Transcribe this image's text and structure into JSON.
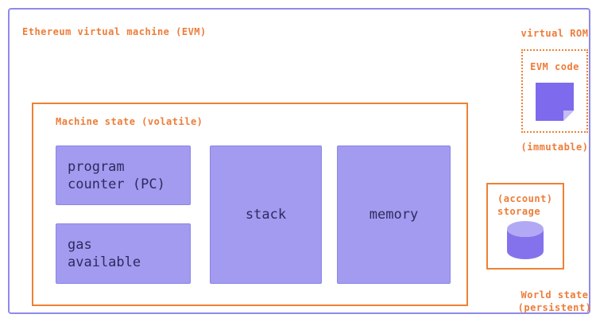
{
  "diagram": {
    "title": "Ethereum virtual machine (EVM)",
    "machine_state": {
      "label": "Machine state (volatile)",
      "program_counter": "program\ncounter (PC)",
      "gas_available": "gas\navailable",
      "stack": "stack",
      "memory": "memory"
    },
    "virtual_rom": {
      "label": "virtual ROM",
      "evm_code": "EVM code",
      "immutable": "(immutable)"
    },
    "world_state": {
      "account_storage": "(account)\nstorage",
      "label": "World state\n(persistent)"
    },
    "icons": {
      "evm_code_icon": "page-with-folded-corner",
      "account_storage_icon": "database-cylinder"
    },
    "colors": {
      "orange": "#ee7c38",
      "orange_border": "#ef8033",
      "evm_frame_purple": "#8f8ae8",
      "component_fill_purple": "#a29bf0",
      "component_border_purple": "#8d85e8",
      "component_text_indigo": "#2d2b5e",
      "icon_purple": "#7d6aed",
      "icon_fold_light_purple": "#c3bcf5",
      "cylinder_top_purple": "#b2a9f4",
      "cylinder_body_purple": "#8472ec",
      "background": "#ffffff"
    }
  }
}
